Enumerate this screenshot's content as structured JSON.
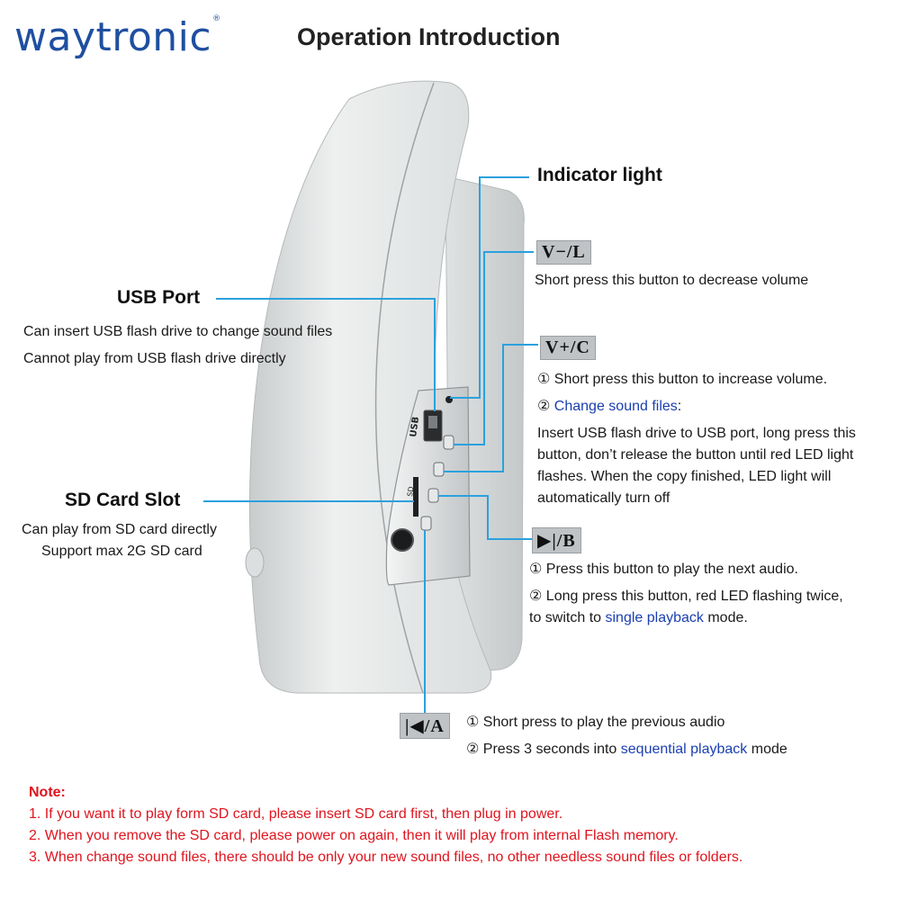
{
  "header": {
    "logo_text": "waytronic",
    "logo_reg": "®",
    "title": "Operation Introduction"
  },
  "indicator": {
    "label": "Indicator light"
  },
  "usb_port": {
    "label": "USB Port",
    "line1": "Can insert USB flash drive to change sound files",
    "line2": "Cannot play from USB flash drive directly"
  },
  "sd_slot": {
    "label": "SD Card Slot",
    "line1": "Can play from SD card directly",
    "line2": "Support max 2G SD card"
  },
  "v_minus": {
    "button": "V−/L",
    "desc": "Short press this button to decrease volume"
  },
  "v_plus": {
    "button": "V+/C",
    "item1": "①  Short press this button to increase volume.",
    "item2_prefix": "②  ",
    "item2_blue": "Change sound files",
    "item2_suffix": ":",
    "para": [
      "Insert USB flash drive to USB port, long press this",
      "button, don’t release the button until red LED light",
      "flashes. When the copy finished, LED light will",
      "automatically turn off"
    ]
  },
  "play_next": {
    "button": "▶|/B",
    "item1": "①  Press this button to play the next audio.",
    "item2": "②  Long press this button, red LED flashing twice,",
    "item3_prefix": "to switch to ",
    "item3_blue": "single playback",
    "item3_suffix": " mode."
  },
  "play_prev": {
    "button": "|◀/A",
    "item1": "①  Short press to play the previous audio",
    "item2_prefix": "②  Press 3 seconds into ",
    "item2_blue": "sequential playback",
    "item2_suffix": " mode"
  },
  "device_panel": {
    "usb_text": "USB",
    "sd_text": "SD",
    "btn_labels": [
      "V-/L",
      "V+/C",
      "▶|/B",
      "|◀/A"
    ]
  },
  "note": {
    "title": "Note:",
    "lines": [
      "1. If you want it to play form SD card, please insert SD card first, then plug in power.",
      "2. When you remove the SD card, please power on again, then it will play from internal Flash memory.",
      "3. When change sound files, there should be only your new sound files, no other needless sound files or folders."
    ]
  },
  "colors": {
    "accent_line": "#2ba1de",
    "logo": "#1f4fa0",
    "note": "#e0141e",
    "link_blue": "#1b3fb0"
  }
}
